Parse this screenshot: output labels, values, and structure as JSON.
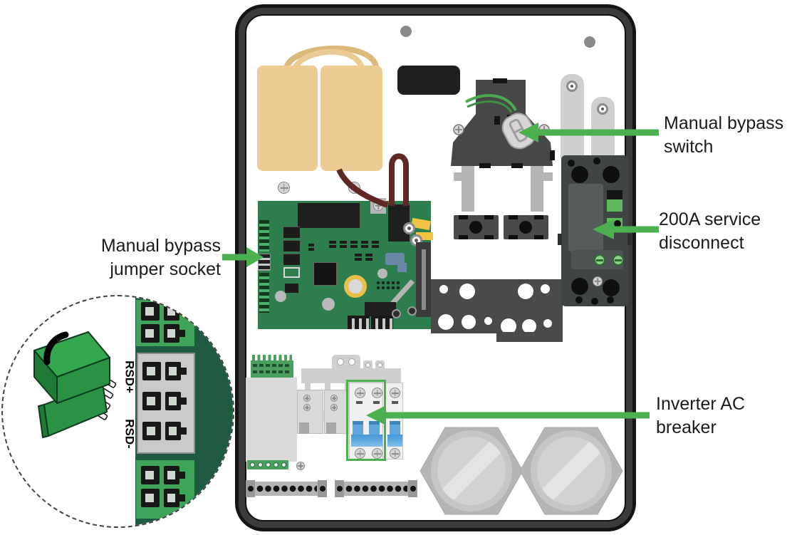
{
  "diagram": {
    "callouts": {
      "bypass_switch": {
        "label": "Manual bypass\nswitch"
      },
      "service_disconnect": {
        "label": "200A service\ndisconnect"
      },
      "jumper_socket": {
        "label": "Manual bypass\njumper socket"
      },
      "inverter_breaker": {
        "label": "Inverter AC\nbreaker"
      }
    },
    "inset": {
      "rsd_plus_label": "RSD+",
      "rsd_minus_label": "RSD-"
    },
    "colors": {
      "callout_green": "#4CAF50",
      "highlight_green": "#4CAF50",
      "pcb_green": "#2E7D4E",
      "inset_pcb_dark_green": "#1E5B41",
      "terminal_green": "#3FA35A",
      "jumper_plug_green": "#2FA04C",
      "transformer_tan": "#ECCC92",
      "wire_maroon": "#5F2825",
      "breaker_toggle_blue": "#5FA8DD",
      "service_disconnect_gray": "#3F4445"
    }
  }
}
